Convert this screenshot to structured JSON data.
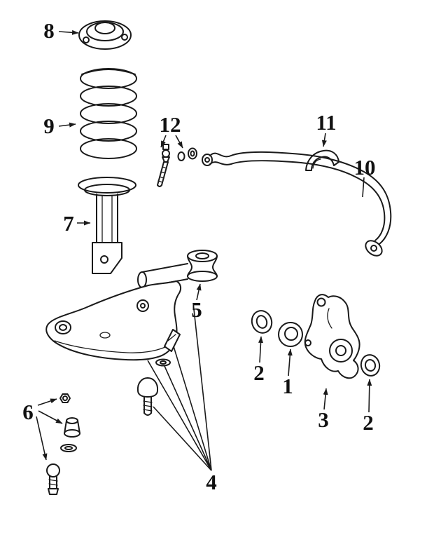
{
  "diagram": {
    "kind": "exploded-parts-line-drawing",
    "background_color": "#ffffff",
    "line_color": "#1a1a1a",
    "callouts": [
      {
        "label": "1",
        "part": "wheel-bearing"
      },
      {
        "label": "2",
        "part": "seal-left"
      },
      {
        "label": "2",
        "part": "seal-right"
      },
      {
        "label": "3",
        "part": "steering-knuckle"
      },
      {
        "label": "4",
        "part": "control-arm-hardware"
      },
      {
        "label": "5",
        "part": "control-arm-bushing"
      },
      {
        "label": "6",
        "part": "ball-joint-hardware"
      },
      {
        "label": "7",
        "part": "strut-assembly"
      },
      {
        "label": "8",
        "part": "strut-mount"
      },
      {
        "label": "9",
        "part": "coil-spring"
      },
      {
        "label": "10",
        "part": "stabilizer-bar"
      },
      {
        "label": "11",
        "part": "stabilizer-bracket"
      },
      {
        "label": "12",
        "part": "stabilizer-link-hardware"
      }
    ]
  }
}
